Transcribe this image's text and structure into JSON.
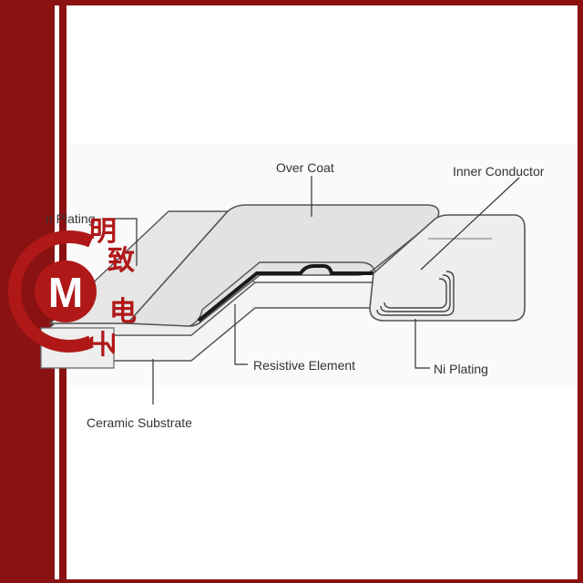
{
  "labels": {
    "over_coat": "Over Coat",
    "inner_conductor": "Inner Conductor",
    "sn_plating": "n Plating",
    "resistive_element": "Resistive Element",
    "ni_plating": "Ni Plating",
    "ceramic_substrate": "Ceramic Substrate"
  },
  "logo": {
    "letter": "M",
    "characters": [
      "明",
      "致",
      "电",
      "子"
    ]
  },
  "colors": {
    "frame": "#8a1212",
    "logo_red": "#b01818",
    "overcoat_fill": "#e3e3e3",
    "body_fill": "#f2f2f2",
    "outline": "#555555",
    "resistive": "#1a1a1a"
  }
}
